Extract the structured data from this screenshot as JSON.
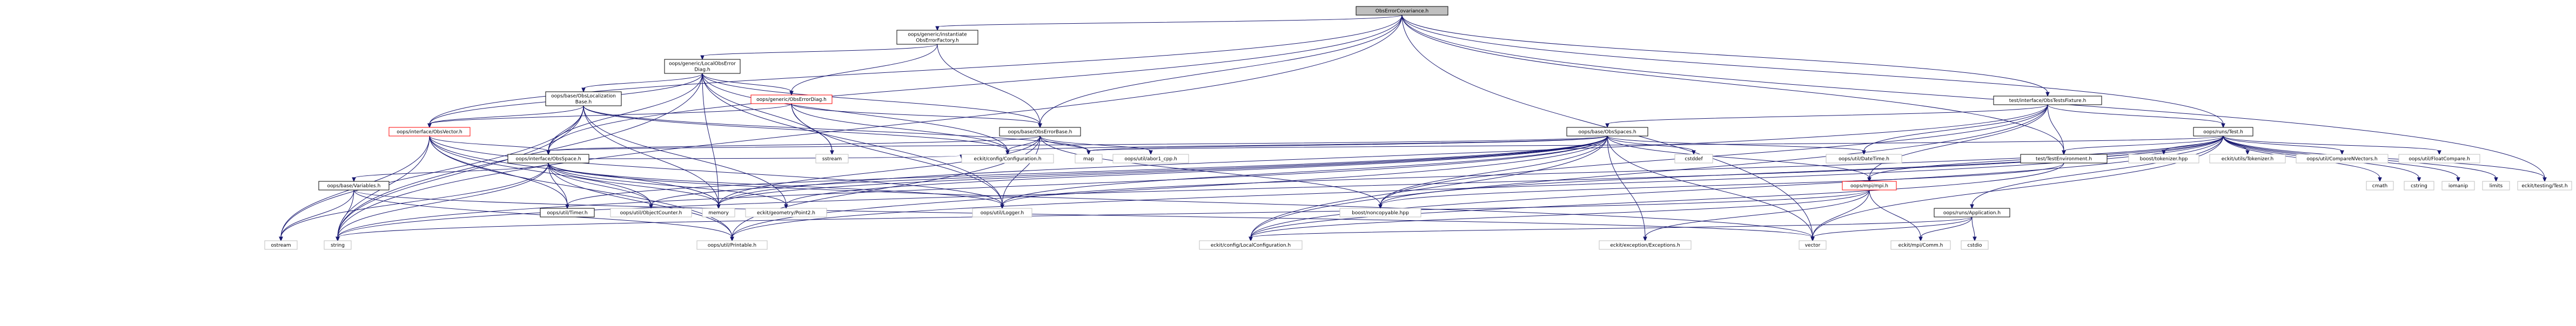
{
  "nodes": [
    {
      "id": "root",
      "label": "ObsErrorCovariance.h"
    },
    {
      "id": "instantiate",
      "label": "oops/generic/instantiate\nObsErrorFactory.h"
    },
    {
      "id": "localobserr",
      "label": "oops/generic/LocalObsError\nDiag.h"
    },
    {
      "id": "obsloc",
      "label": "oops/base/ObsLocalization\nBase.h"
    },
    {
      "id": "obserrdiag",
      "label": "oops/generic/ObsErrorDiag.h"
    },
    {
      "id": "obsvector",
      "label": "oops/interface/ObsVector.h"
    },
    {
      "id": "obserrbase",
      "label": "oops/base/ObsErrorBase.h"
    },
    {
      "id": "ifobsspace",
      "label": "oops/interface/ObsSpace.h"
    },
    {
      "id": "obsspaces",
      "label": "oops/base/ObsSpaces.h"
    },
    {
      "id": "fixture",
      "label": "test/interface/ObsTestsFixture.h"
    },
    {
      "id": "testh",
      "label": "oops/runs/Test.h"
    },
    {
      "id": "variables",
      "label": "oops/base/Variables.h"
    },
    {
      "id": "sstream",
      "label": "sstream"
    },
    {
      "id": "eckitconfig",
      "label": "eckit/config/Configuration.h"
    },
    {
      "id": "map",
      "label": "map"
    },
    {
      "id": "abort",
      "label": "oops/util/abor1_cpp.h"
    },
    {
      "id": "cstddef",
      "label": "cstddef"
    },
    {
      "id": "datetime",
      "label": "oops/util/DateTime.h"
    },
    {
      "id": "testenv",
      "label": "test/TestEnvironment.h"
    },
    {
      "id": "boosttok",
      "label": "boost/tokenizer.hpp"
    },
    {
      "id": "eckittok",
      "label": "eckit/utils/Tokenizer.h"
    },
    {
      "id": "compareN",
      "label": "oops/util/CompareNVectors.h"
    },
    {
      "id": "floatcmp",
      "label": "oops/util/FloatCompare.h"
    },
    {
      "id": "cmath",
      "label": "cmath"
    },
    {
      "id": "cstring",
      "label": "cstring"
    },
    {
      "id": "iomanip",
      "label": "iomanip"
    },
    {
      "id": "limits",
      "label": "limits"
    },
    {
      "id": "eckittest",
      "label": "eckit/testing/Test.h"
    },
    {
      "id": "timer",
      "label": "oops/util/Timer.h"
    },
    {
      "id": "objcounter",
      "label": "oops/util/ObjectCounter.h"
    },
    {
      "id": "memory",
      "label": "memory"
    },
    {
      "id": "point2",
      "label": "eckit/geometry/Point2.h"
    },
    {
      "id": "logger",
      "label": "oops/util/Logger.h"
    },
    {
      "id": "noncopy",
      "label": "boost/noncopyable.hpp"
    },
    {
      "id": "mpih",
      "label": "oops/mpi/mpi.h"
    },
    {
      "id": "application",
      "label": "oops/runs/Application.h"
    },
    {
      "id": "ostream",
      "label": "ostream"
    },
    {
      "id": "string",
      "label": "string"
    },
    {
      "id": "printable",
      "label": "oops/util/Printable.h"
    },
    {
      "id": "localconfig",
      "label": "eckit/config/LocalConfiguration.h"
    },
    {
      "id": "exceptions",
      "label": "eckit/exception/Exceptions.h"
    },
    {
      "id": "vector",
      "label": "vector"
    },
    {
      "id": "comm",
      "label": "eckit/mpi/Comm.h"
    },
    {
      "id": "cstdio",
      "label": "cstdio"
    }
  ]
}
